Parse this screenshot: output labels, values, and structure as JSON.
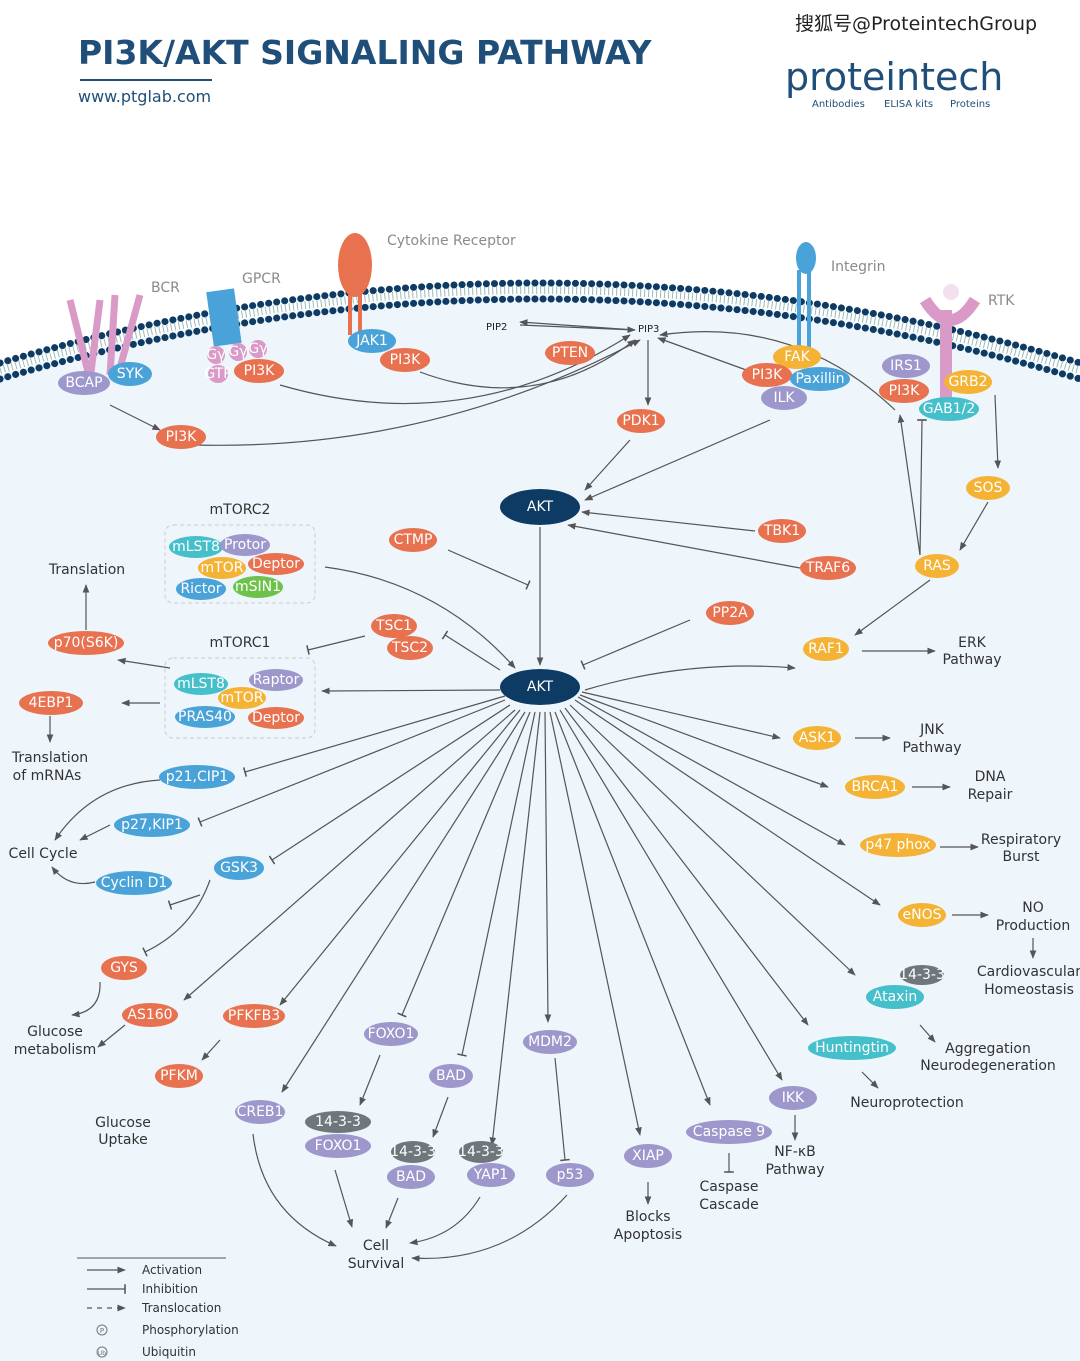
{
  "header": {
    "title": "PI3K/AKT SIGNALING PATHWAY",
    "url": "www.ptglab.com",
    "logo": "proteintech",
    "logo_tagline": [
      "Antibodies",
      "ELISA kits",
      "Proteins"
    ],
    "watermark": "搜狐号@ProteintechGroup"
  },
  "colors": {
    "orange": "#e8714f",
    "blue": "#4aa3d8",
    "purple": "#9d97cc",
    "yellow": "#f5b335",
    "teal": "#45bfca",
    "navy": "#0d3b63",
    "gray": "#6f777c",
    "green": "#6cc24a",
    "pink": "#d99ac8",
    "title": "#1f4e79",
    "membrane": "#0d3b63"
  },
  "receptors": [
    "BCR",
    "GPCR",
    "Cytokine Receptor",
    "Integrin",
    "RTK"
  ],
  "lipids": [
    "PIP2",
    "PIP3"
  ],
  "complexes": [
    "mTORC2",
    "mTORC1"
  ],
  "nodes": [
    {
      "label": "BCAP",
      "color": "purple"
    },
    {
      "label": "SYK",
      "color": "blue"
    },
    {
      "label": "Gγ",
      "color": "pink"
    },
    {
      "label": "Gγ",
      "color": "pink"
    },
    {
      "label": "Gγ",
      "color": "pink"
    },
    {
      "label": "GTP",
      "color": "pink"
    },
    {
      "label": "PI3K",
      "color": "orange"
    },
    {
      "label": "JAK1",
      "color": "blue"
    },
    {
      "label": "PI3K",
      "color": "orange"
    },
    {
      "label": "PTEN",
      "color": "orange"
    },
    {
      "label": "PDK1",
      "color": "orange"
    },
    {
      "label": "PI3K",
      "color": "orange"
    },
    {
      "label": "FAK",
      "color": "yellow"
    },
    {
      "label": "PI3K",
      "color": "orange"
    },
    {
      "label": "Paxillin",
      "color": "blue"
    },
    {
      "label": "ILK",
      "color": "purple"
    },
    {
      "label": "IRS1",
      "color": "purple"
    },
    {
      "label": "PI3K",
      "color": "orange"
    },
    {
      "label": "GRB2",
      "color": "yellow"
    },
    {
      "label": "GAB1/2",
      "color": "teal"
    },
    {
      "label": "SOS",
      "color": "yellow"
    },
    {
      "label": "RAS",
      "color": "yellow"
    },
    {
      "label": "AKT",
      "color": "navy"
    },
    {
      "label": "TBK1",
      "color": "orange"
    },
    {
      "label": "TRAF6",
      "color": "orange"
    },
    {
      "label": "CTMP",
      "color": "orange"
    },
    {
      "label": "mLST8",
      "color": "teal"
    },
    {
      "label": "Protor",
      "color": "purple"
    },
    {
      "label": "mTOR",
      "color": "yellow"
    },
    {
      "label": "Deptor",
      "color": "orange"
    },
    {
      "label": "Rictor",
      "color": "blue"
    },
    {
      "label": "mSIN1",
      "color": "green"
    },
    {
      "label": "mLST8",
      "color": "teal"
    },
    {
      "label": "Raptor",
      "color": "purple"
    },
    {
      "label": "mTOR",
      "color": "yellow"
    },
    {
      "label": "PRAS40",
      "color": "blue"
    },
    {
      "label": "Deptor",
      "color": "orange"
    },
    {
      "label": "TSC1",
      "color": "orange"
    },
    {
      "label": "TSC2",
      "color": "orange"
    },
    {
      "label": "PP2A",
      "color": "orange"
    },
    {
      "label": "RAF1",
      "color": "yellow"
    },
    {
      "label": "AKT",
      "color": "navy"
    },
    {
      "label": "p70(S6K)",
      "color": "orange"
    },
    {
      "label": "4EBP1",
      "color": "orange"
    },
    {
      "label": "p21,CIP1",
      "color": "blue"
    },
    {
      "label": "p27,KIP1",
      "color": "blue"
    },
    {
      "label": "GSK3",
      "color": "blue"
    },
    {
      "label": "Cyclin D1",
      "color": "blue"
    },
    {
      "label": "GYS",
      "color": "orange"
    },
    {
      "label": "AS160",
      "color": "orange"
    },
    {
      "label": "PFKFB3",
      "color": "orange"
    },
    {
      "label": "PFKM",
      "color": "orange"
    },
    {
      "label": "CREB1",
      "color": "purple"
    },
    {
      "label": "FOXO1",
      "color": "purple"
    },
    {
      "label": "BAD",
      "color": "purple"
    },
    {
      "label": "MDM2",
      "color": "purple"
    },
    {
      "label": "14-3-3",
      "color": "gray"
    },
    {
      "label": "FOXO1",
      "color": "purple"
    },
    {
      "label": "14-3-3",
      "color": "gray"
    },
    {
      "label": "BAD",
      "color": "purple"
    },
    {
      "label": "14-3-3",
      "color": "gray"
    },
    {
      "label": "YAP1",
      "color": "purple"
    },
    {
      "label": "p53",
      "color": "purple"
    },
    {
      "label": "XIAP",
      "color": "purple"
    },
    {
      "label": "Caspase 9",
      "color": "purple"
    },
    {
      "label": "IKK",
      "color": "purple"
    },
    {
      "label": "Huntingtin",
      "color": "teal"
    },
    {
      "label": "14-3-3",
      "color": "gray"
    },
    {
      "label": "Ataxin",
      "color": "teal"
    },
    {
      "label": "eNOS",
      "color": "yellow"
    },
    {
      "label": "p47 phox",
      "color": "yellow"
    },
    {
      "label": "BRCA1",
      "color": "yellow"
    },
    {
      "label": "ASK1",
      "color": "yellow"
    }
  ],
  "outcomes": {
    "translation": "Translation",
    "translation_mrna": [
      "Translation",
      "of mRNAs"
    ],
    "cell_cycle": "Cell Cycle",
    "glucose_metabolism": [
      "Glucose",
      "metabolism"
    ],
    "glucose_uptake": [
      "Glucose",
      "Uptake"
    ],
    "cell_survival": [
      "Cell",
      "Survival"
    ],
    "blocks_apoptosis": [
      "Blocks",
      "Apoptosis"
    ],
    "caspase_cascade": [
      "Caspase",
      "Cascade"
    ],
    "nfkb": [
      "NF-κB",
      "Pathway"
    ],
    "neuroprotection": "Neuroprotection",
    "aggregation": [
      "Aggregation",
      "Neurodegeneration"
    ],
    "cardio": [
      "Cardiovascular",
      "Homeostasis"
    ],
    "no_production": [
      "NO",
      "Production"
    ],
    "respiratory": [
      "Respiratory",
      "Burst"
    ],
    "dna": [
      "DNA",
      "Repair"
    ],
    "jnk": [
      "JNK",
      "Pathway"
    ],
    "erk": [
      "ERK",
      "Pathway"
    ]
  },
  "legend": {
    "activation": "Activation",
    "inhibition": "Inhibition",
    "translocation": "Translocation",
    "phosphorylation": "Phosphorylation",
    "ubiquitin": "Ubiquitin",
    "p_symbol": "P",
    "ub_symbol": "Ub"
  }
}
